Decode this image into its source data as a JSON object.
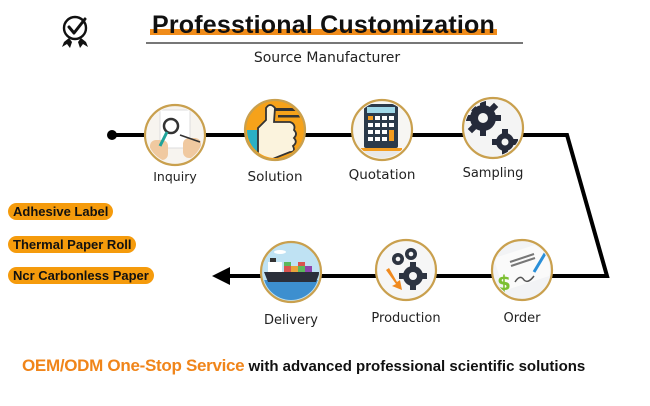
{
  "header": {
    "title": "Professtional Customization",
    "subtitle": "Source Manufacturer",
    "badge_icon": "certified-badge-icon"
  },
  "flow": {
    "top_steps": [
      {
        "label": "Inquiry",
        "icon": "magnifier-document-icon"
      },
      {
        "label": "Solution",
        "icon": "thumbs-up-icon"
      },
      {
        "label": "Quotation",
        "icon": "calculator-icon"
      },
      {
        "label": "Sampling",
        "icon": "gears-icon"
      }
    ],
    "bottom_steps": [
      {
        "label": "Delivery",
        "icon": "cargo-ship-icon"
      },
      {
        "label": "Production",
        "icon": "production-gears-icon"
      },
      {
        "label": "Order",
        "icon": "signed-check-icon"
      }
    ]
  },
  "products": [
    "Adhesive Label",
    "Thermal Paper Roll",
    "Ncr Carbonless Paper"
  ],
  "footer": {
    "highlight": "OEM/ODM One-Stop Service",
    "rest": " with advanced professional scientific solutions"
  },
  "colors": {
    "accent_orange": "#f59b0c",
    "ring_gold": "#c9a04e",
    "line": "#000000",
    "footer_orange": "#f0851a"
  }
}
